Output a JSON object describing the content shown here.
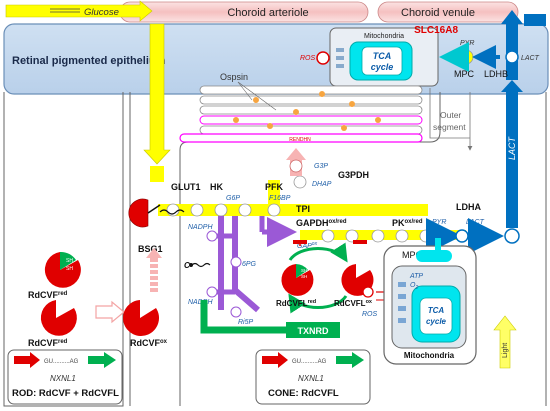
{
  "header": {
    "glucose": "Glucose",
    "choroid_arteriole": "Choroid arteriole",
    "choroid_venule": "Choroid venule"
  },
  "rpe": {
    "title": "Retinal pigmented epithelium",
    "ros": "ROS",
    "mitochondria": "Mitochondria",
    "tca": "TCA",
    "cycle": "cycle",
    "slc": "SLC16A8",
    "pyr": "PYR",
    "lact": "LACT",
    "mpc": "MPC",
    "ldhb": "LDHB"
  },
  "outer_segment": {
    "opsin": "Ospsin",
    "rhodopsin": "RENDHN",
    "label_line1": "Outer",
    "label_line2": "segment",
    "lact_vertical": "LACT"
  },
  "cell": {
    "glut1": "GLUT1",
    "hk": "HK",
    "g6p": "G6P",
    "pfk": "PFK",
    "f16bp": "F16BP",
    "tpi": "TPI",
    "g3p": "G3P",
    "dhap": "DHAP",
    "g3pdh": "G3PDH",
    "gapdh": "GAPDH",
    "gapdh_sup": "ox/red",
    "gap": "GAP",
    "gap_sup": "ox",
    "pk": "PK",
    "pk_sup": "ox/red",
    "pyr": "PYR",
    "ldha": "LDHA",
    "lact": "LACT",
    "bsg1": "BSG1",
    "nadph_1": "NADPH",
    "sixpg": "6PG",
    "nadph_2": "NADPH",
    "c_label": "C",
    "r5p": "Ri5P",
    "rdcvfl_red": "RdCVFL",
    "rdcvfl_red_sup": "red",
    "rdcvfl_ox": "RdCVFL",
    "rdcvfl_ox_sup": "ox",
    "sh1": "SH",
    "sh2": "SH",
    "ros": "ROS",
    "txnrd": "TXNRD",
    "mpc": "MPC",
    "atp": "ATP",
    "o2": "O",
    "o2_sub": "2",
    "tca": "TCA",
    "cycle": "cycle",
    "mitochondria": "Mitochondria",
    "light": "Light"
  },
  "rod": {
    "rdcvf_red_1": "RdCVF",
    "rdcvf_red_1_sup": "red",
    "rdcvf_red_2": "RdCVF",
    "rdcvf_red_2_sup": "red",
    "rdcvf_ox": "RdCVF",
    "rdcvf_ox_sup": "ox",
    "sh1": "SH",
    "sh2": "SH",
    "gene_seq": "GU..........AG",
    "gene": "NXNL1",
    "caption": "ROD: RdCVF + RdCVFL"
  },
  "cone": {
    "gene_seq": "GU..........AG",
    "gene": "NXNL1",
    "caption": "CONE: RdCVFL"
  },
  "colors": {
    "yellow": "#ffff00",
    "blue": "#0070c0",
    "purple": "#9b59d6",
    "green": "#00b050",
    "red": "#e00000",
    "cyan": "#00e5ee",
    "magenta": "#ff00ff",
    "pink": "#f7b3b3"
  }
}
